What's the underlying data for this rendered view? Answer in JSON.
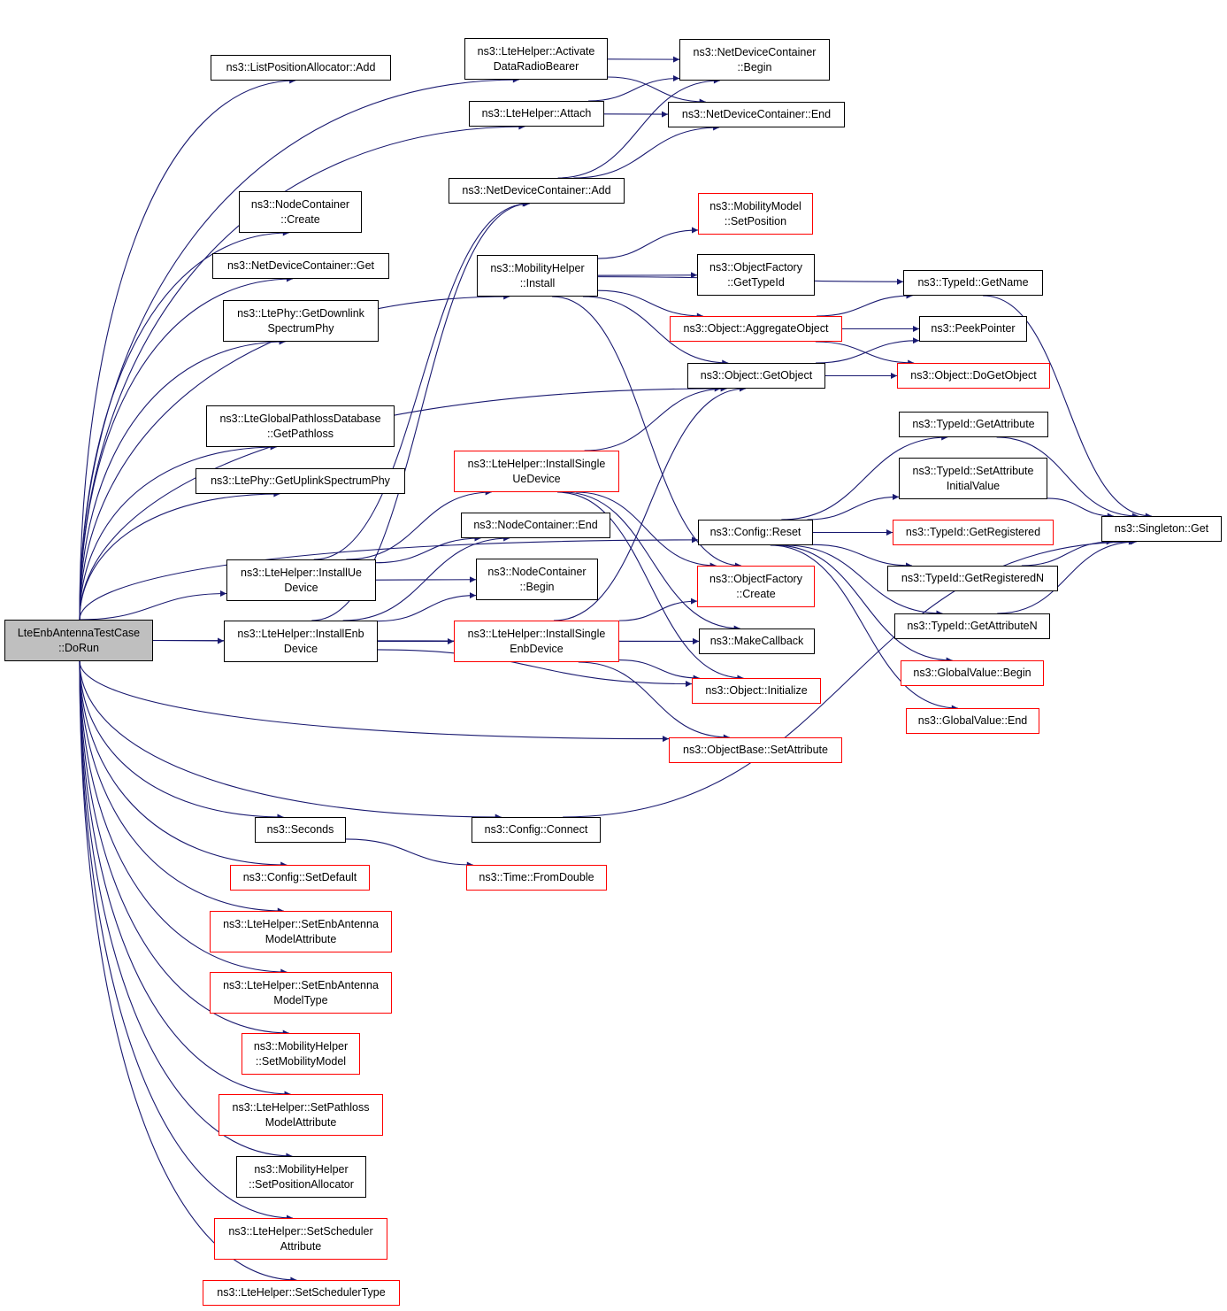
{
  "graph": {
    "edge_color": "#191970",
    "border_colors": {
      "normal": "#000000",
      "truncated": "#ff0000"
    },
    "root_fill": "#bfbfbf",
    "nodes": [
      {
        "id": "root",
        "label": "LteEnbAntennaTestCase\n::DoRun",
        "style": "root"
      },
      {
        "id": "lpa_add",
        "label": "ns3::ListPositionAllocator::Add",
        "style": "normal"
      },
      {
        "id": "nc_create",
        "label": "ns3::NodeContainer\n::Create",
        "style": "normal"
      },
      {
        "id": "ndc_get",
        "label": "ns3::NetDeviceContainer::Get",
        "style": "normal"
      },
      {
        "id": "dl_phy",
        "label": "ns3::LtePhy::GetDownlink\nSpectrumPhy",
        "style": "normal"
      },
      {
        "id": "pathloss_db",
        "label": "ns3::LteGlobalPathlossDatabase\n::GetPathloss",
        "style": "normal"
      },
      {
        "id": "ul_phy",
        "label": "ns3::LtePhy::GetUplinkSpectrumPhy",
        "style": "normal"
      },
      {
        "id": "install_ue",
        "label": "ns3::LteHelper::InstallUe\nDevice",
        "style": "normal"
      },
      {
        "id": "install_enb",
        "label": "ns3::LteHelper::InstallEnb\nDevice",
        "style": "normal"
      },
      {
        "id": "seconds",
        "label": "ns3::Seconds",
        "style": "normal"
      },
      {
        "id": "set_default",
        "label": "ns3::Config::SetDefault",
        "style": "red"
      },
      {
        "id": "set_enb_ant_attr",
        "label": "ns3::LteHelper::SetEnbAntenna\nModelAttribute",
        "style": "red"
      },
      {
        "id": "set_enb_ant_type",
        "label": "ns3::LteHelper::SetEnbAntenna\nModelType",
        "style": "red"
      },
      {
        "id": "set_mob_model",
        "label": "ns3::MobilityHelper\n::SetMobilityModel",
        "style": "red"
      },
      {
        "id": "set_pl_attr",
        "label": "ns3::LteHelper::SetPathloss\nModelAttribute",
        "style": "red"
      },
      {
        "id": "set_pos_alloc",
        "label": "ns3::MobilityHelper\n::SetPositionAllocator",
        "style": "normal"
      },
      {
        "id": "set_sched_attr",
        "label": "ns3::LteHelper::SetScheduler\nAttribute",
        "style": "red"
      },
      {
        "id": "set_sched_type",
        "label": "ns3::LteHelper::SetSchedulerType",
        "style": "red"
      },
      {
        "id": "activate_drb",
        "label": "ns3::LteHelper::Activate\nDataRadioBearer",
        "style": "normal"
      },
      {
        "id": "attach",
        "label": "ns3::LteHelper::Attach",
        "style": "normal"
      },
      {
        "id": "ndc_add",
        "label": "ns3::NetDeviceContainer::Add",
        "style": "normal"
      },
      {
        "id": "mh_install",
        "label": "ns3::MobilityHelper\n::Install",
        "style": "normal"
      },
      {
        "id": "install_single_ue",
        "label": "ns3::LteHelper::InstallSingle\nUeDevice",
        "style": "red"
      },
      {
        "id": "nc_end",
        "label": "ns3::NodeContainer::End",
        "style": "normal"
      },
      {
        "id": "nc_begin",
        "label": "ns3::NodeContainer\n::Begin",
        "style": "normal"
      },
      {
        "id": "install_single_enb",
        "label": "ns3::LteHelper::InstallSingle\nEnbDevice",
        "style": "red"
      },
      {
        "id": "cfg_connect",
        "label": "ns3::Config::Connect",
        "style": "normal"
      },
      {
        "id": "time_fromdouble",
        "label": "ns3::Time::FromDouble",
        "style": "red"
      },
      {
        "id": "ndc_begin",
        "label": "ns3::NetDeviceContainer\n::Begin",
        "style": "normal"
      },
      {
        "id": "ndc_end",
        "label": "ns3::NetDeviceContainer::End",
        "style": "normal"
      },
      {
        "id": "mm_setpos",
        "label": "ns3::MobilityModel\n::SetPosition",
        "style": "red"
      },
      {
        "id": "of_gettypeid",
        "label": "ns3::ObjectFactory\n::GetTypeId",
        "style": "normal"
      },
      {
        "id": "obj_aggregate",
        "label": "ns3::Object::AggregateObject",
        "style": "red"
      },
      {
        "id": "obj_getobject",
        "label": "ns3::Object::GetObject",
        "style": "normal"
      },
      {
        "id": "cfg_reset",
        "label": "ns3::Config::Reset",
        "style": "normal"
      },
      {
        "id": "of_create",
        "label": "ns3::ObjectFactory\n::Create",
        "style": "red"
      },
      {
        "id": "make_callback",
        "label": "ns3::MakeCallback",
        "style": "normal"
      },
      {
        "id": "obj_initialize",
        "label": "ns3::Object::Initialize",
        "style": "red"
      },
      {
        "id": "ob_setattr",
        "label": "ns3::ObjectBase::SetAttribute",
        "style": "red"
      },
      {
        "id": "tid_getname",
        "label": "ns3::TypeId::GetName",
        "style": "normal"
      },
      {
        "id": "peek_pointer",
        "label": "ns3::PeekPointer",
        "style": "normal"
      },
      {
        "id": "obj_dogetobject",
        "label": "ns3::Object::DoGetObject",
        "style": "red"
      },
      {
        "id": "tid_getattr",
        "label": "ns3::TypeId::GetAttribute",
        "style": "normal"
      },
      {
        "id": "tid_setattrinit",
        "label": "ns3::TypeId::SetAttribute\nInitialValue",
        "style": "normal"
      },
      {
        "id": "tid_getregistered",
        "label": "ns3::TypeId::GetRegistered",
        "style": "red"
      },
      {
        "id": "tid_getregisteredn",
        "label": "ns3::TypeId::GetRegisteredN",
        "style": "normal"
      },
      {
        "id": "tid_getattrn",
        "label": "ns3::TypeId::GetAttributeN",
        "style": "normal"
      },
      {
        "id": "gv_begin",
        "label": "ns3::GlobalValue::Begin",
        "style": "red"
      },
      {
        "id": "gv_end",
        "label": "ns3::GlobalValue::End",
        "style": "red"
      },
      {
        "id": "singleton_get",
        "label": "ns3::Singleton::Get",
        "style": "normal"
      }
    ],
    "edges": [
      [
        "root",
        "activate_drb"
      ],
      [
        "root",
        "lpa_add"
      ],
      [
        "root",
        "attach"
      ],
      [
        "root",
        "nc_create"
      ],
      [
        "root",
        "mh_install"
      ],
      [
        "root",
        "ndc_get"
      ],
      [
        "root",
        "dl_phy"
      ],
      [
        "root",
        "obj_getobject"
      ],
      [
        "root",
        "pathloss_db"
      ],
      [
        "root",
        "ul_phy"
      ],
      [
        "root",
        "cfg_reset"
      ],
      [
        "root",
        "install_ue"
      ],
      [
        "root",
        "install_enb"
      ],
      [
        "root",
        "make_callback"
      ],
      [
        "root",
        "ob_setattr"
      ],
      [
        "root",
        "cfg_connect"
      ],
      [
        "root",
        "seconds"
      ],
      [
        "root",
        "set_default"
      ],
      [
        "root",
        "set_enb_ant_attr"
      ],
      [
        "root",
        "set_enb_ant_type"
      ],
      [
        "root",
        "set_mob_model"
      ],
      [
        "root",
        "set_pl_attr"
      ],
      [
        "root",
        "set_pos_alloc"
      ],
      [
        "root",
        "set_sched_attr"
      ],
      [
        "root",
        "set_sched_type"
      ],
      [
        "activate_drb",
        "ndc_begin"
      ],
      [
        "activate_drb",
        "ndc_end"
      ],
      [
        "attach",
        "ndc_begin"
      ],
      [
        "attach",
        "ndc_end"
      ],
      [
        "ndc_add",
        "ndc_begin"
      ],
      [
        "ndc_add",
        "ndc_end"
      ],
      [
        "mh_install",
        "tid_getname"
      ],
      [
        "mh_install",
        "mm_setpos"
      ],
      [
        "mh_install",
        "of_gettypeid"
      ],
      [
        "mh_install",
        "obj_aggregate"
      ],
      [
        "mh_install",
        "obj_getobject"
      ],
      [
        "mh_install",
        "of_create"
      ],
      [
        "install_ue",
        "ndc_add"
      ],
      [
        "install_ue",
        "install_single_ue"
      ],
      [
        "install_ue",
        "nc_end"
      ],
      [
        "install_ue",
        "nc_begin"
      ],
      [
        "install_enb",
        "ndc_add"
      ],
      [
        "install_enb",
        "nc_end"
      ],
      [
        "install_enb",
        "nc_begin"
      ],
      [
        "install_enb",
        "install_single_enb"
      ],
      [
        "install_enb",
        "obj_initialize"
      ],
      [
        "install_single_ue",
        "obj_getobject"
      ],
      [
        "install_single_ue",
        "of_create"
      ],
      [
        "install_single_ue",
        "make_callback"
      ],
      [
        "install_single_ue",
        "obj_initialize"
      ],
      [
        "install_single_enb",
        "obj_getobject"
      ],
      [
        "install_single_enb",
        "of_create"
      ],
      [
        "install_single_enb",
        "make_callback"
      ],
      [
        "install_single_enb",
        "obj_initialize"
      ],
      [
        "install_single_enb",
        "ob_setattr"
      ],
      [
        "seconds",
        "time_fromdouble"
      ],
      [
        "cfg_connect",
        "singleton_get"
      ],
      [
        "obj_aggregate",
        "tid_getname"
      ],
      [
        "obj_aggregate",
        "peek_pointer"
      ],
      [
        "obj_aggregate",
        "obj_dogetobject"
      ],
      [
        "obj_getobject",
        "peek_pointer"
      ],
      [
        "obj_getobject",
        "obj_dogetobject"
      ],
      [
        "cfg_reset",
        "tid_getattr"
      ],
      [
        "cfg_reset",
        "tid_setattrinit"
      ],
      [
        "cfg_reset",
        "tid_getregistered"
      ],
      [
        "cfg_reset",
        "tid_getregisteredn"
      ],
      [
        "cfg_reset",
        "tid_getattrn"
      ],
      [
        "cfg_reset",
        "gv_begin"
      ],
      [
        "cfg_reset",
        "gv_end"
      ],
      [
        "tid_getname",
        "singleton_get"
      ],
      [
        "tid_getattr",
        "singleton_get"
      ],
      [
        "tid_setattrinit",
        "singleton_get"
      ],
      [
        "tid_getregisteredn",
        "singleton_get"
      ],
      [
        "tid_getattrn",
        "singleton_get"
      ]
    ]
  }
}
